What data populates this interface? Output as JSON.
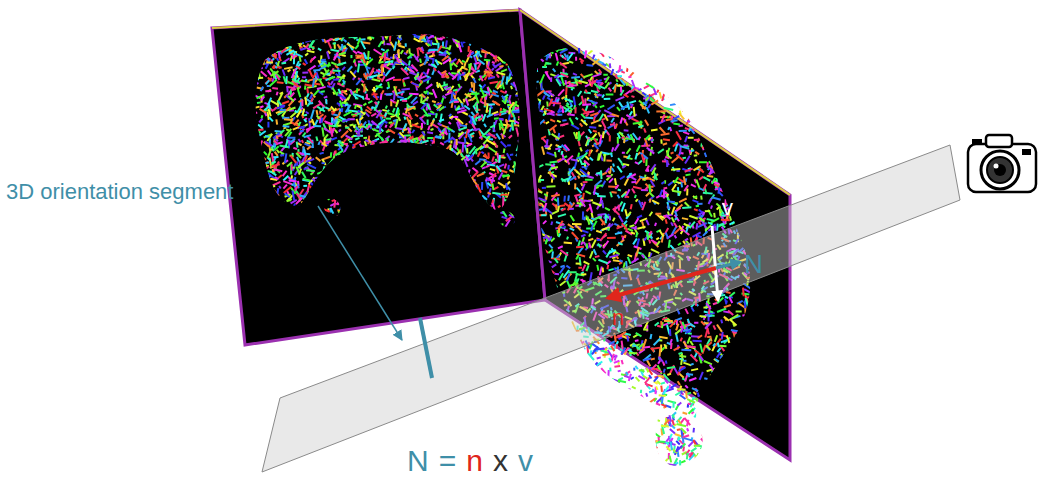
{
  "diagram": {
    "labels": [
      "v",
      "N",
      "n",
      "3D orientation segment",
      "N",
      "=",
      "n",
      "x",
      "v"
    ]
  }
}
